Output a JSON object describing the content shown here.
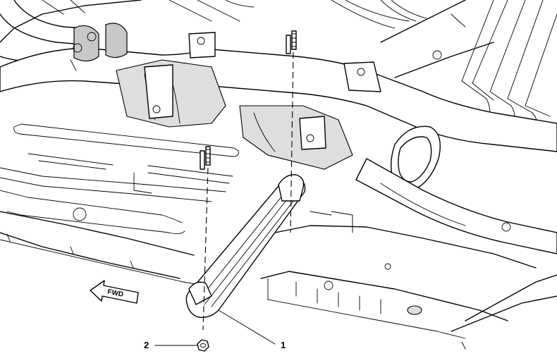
{
  "callouts": [
    {
      "number": "1"
    },
    {
      "number": "2"
    }
  ],
  "direction_arrow": {
    "text": "FWD"
  }
}
